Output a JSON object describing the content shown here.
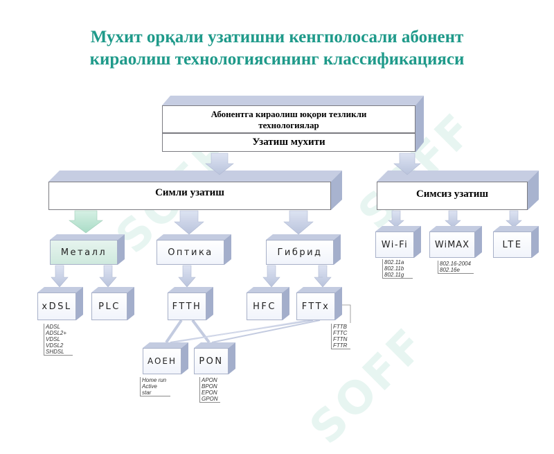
{
  "title": {
    "line1": "Мухит орқали узатишни кенгполосали абонент",
    "line2": "кираолиш технологиясининг классификацияси"
  },
  "watermark": "SOFF",
  "root": {
    "label_line1": "Абонентга кираолиш юқори тезликли",
    "label_line2": "технологиялар",
    "subtitle": "Узатиш мухити"
  },
  "wired": {
    "label": "Симли узатиш"
  },
  "wireless": {
    "label": "Симсиз узатиш"
  },
  "categories": {
    "metall": "Металл",
    "optika": "Оптика",
    "gibrid": "Гибрид"
  },
  "wireless_tech": {
    "wifi": "Wi-Fi",
    "wimax": "WiMAX",
    "lte": "LTE"
  },
  "leaves": {
    "xdsl": "xDSL",
    "plc": "PLC",
    "ftth": "FTTH",
    "hfc": "HFC",
    "fttx": "FTTx",
    "aoen": "AOEH",
    "pon": "PON"
  },
  "notes": {
    "wifi": [
      "802.11a",
      "802.11b",
      "802.11g"
    ],
    "wimax": [
      "802.16-2004",
      "802.16e"
    ],
    "xdsl": [
      "ADSL",
      "ADSL2+",
      "VDSL",
      "VDSL2",
      "SHDSL"
    ],
    "fttx": [
      "FTTB",
      "FTTC",
      "FTTN",
      "FTTR"
    ],
    "aoen": [
      "Home run",
      "Active star"
    ],
    "pon": [
      "APON",
      "BPON",
      "EPON",
      "GPON"
    ]
  }
}
